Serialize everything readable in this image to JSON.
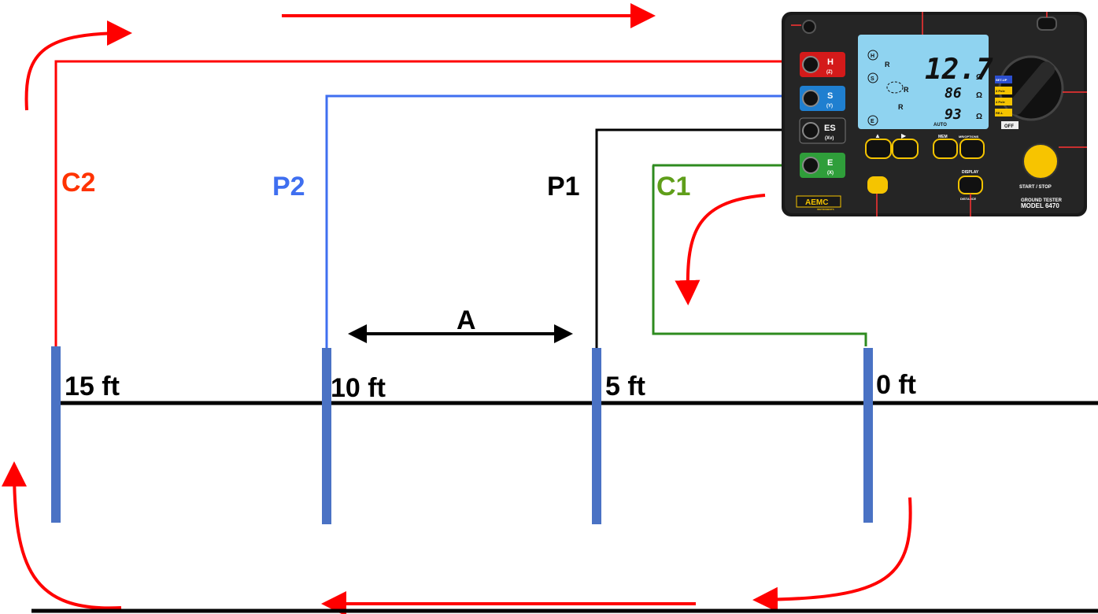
{
  "distances": [
    "15 ft",
    "10 ft",
    "5 ft",
    "0 ft"
  ],
  "leads": {
    "c2": "C2",
    "p2": "P2",
    "p1": "P1",
    "c1": "C1"
  },
  "spacing_label": "A",
  "colors": {
    "current_lead": "#ff0000",
    "potential_far_lead": "#3f6ff0",
    "potential_near_lead": "#000000",
    "current_near_lead": "#2e8b1f",
    "c2_label": "#ff3300",
    "p2_label": "#3f6ff0",
    "c1_label": "#5f9e1a",
    "rod": "#4a72c4",
    "arrow": "#ff0000"
  },
  "meter": {
    "brand": "AEMC",
    "brand_sub": "INSTRUMENTS",
    "model_line1": "GROUND TESTER",
    "model_line2": "MODEL 6470",
    "start_stop": "START / STOP",
    "off_label": "OFF",
    "terminals": [
      {
        "label": "H",
        "sub": "(Z)",
        "color": "#d41a1a"
      },
      {
        "label": "S",
        "sub": "(Y)",
        "color": "#1f7fd0"
      },
      {
        "label": "ES",
        "sub": "(Xv)",
        "color": "#222222"
      },
      {
        "label": "E",
        "sub": "(X)",
        "color": "#2f9e3a"
      }
    ],
    "lcd": {
      "reading_main": "12.7",
      "reading_2": "86",
      "reading_3": "93",
      "unit": "Ω",
      "mode": "AUTO",
      "sym_h": "H",
      "sym_s": "S",
      "sym_e": "E",
      "sym_r": "R"
    },
    "buttons": {
      "mem": "MEM",
      "mr_options": "MR/OPTIONS",
      "display": "DISPLAY",
      "distance": "DISTANCE"
    },
    "switch_labels": [
      "SET-UP",
      "3 Pole",
      "4 Pole",
      "RE-L"
    ]
  }
}
